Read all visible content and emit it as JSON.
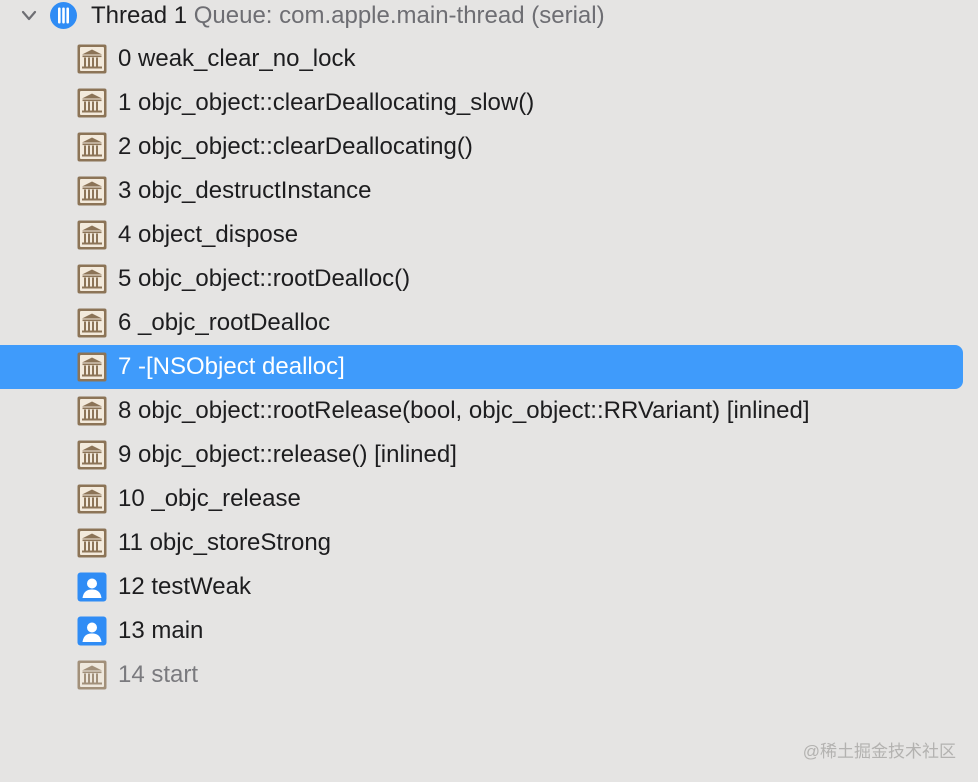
{
  "thread": {
    "name": "Thread 1",
    "queue": "Queue: com.apple.main-thread (serial)",
    "expanded": true,
    "icon": "thread-icon"
  },
  "frames": [
    {
      "label": "0 weak_clear_no_lock",
      "icon": "library-icon"
    },
    {
      "label": "1 objc_object::clearDeallocating_slow()",
      "icon": "library-icon"
    },
    {
      "label": "2 objc_object::clearDeallocating()",
      "icon": "library-icon"
    },
    {
      "label": "3 objc_destructInstance",
      "icon": "library-icon"
    },
    {
      "label": "4 object_dispose",
      "icon": "library-icon"
    },
    {
      "label": "5 objc_object::rootDealloc()",
      "icon": "library-icon"
    },
    {
      "label": "6 _objc_rootDealloc",
      "icon": "library-icon"
    },
    {
      "label": "7 -[NSObject dealloc]",
      "icon": "library-icon",
      "selected": true
    },
    {
      "label": "8 objc_object::rootRelease(bool, objc_object::RRVariant) [inlined]",
      "icon": "library-icon"
    },
    {
      "label": "9 objc_object::release() [inlined]",
      "icon": "library-icon"
    },
    {
      "label": "10 _objc_release",
      "icon": "library-icon"
    },
    {
      "label": "11 objc_storeStrong",
      "icon": "library-icon"
    },
    {
      "label": "12 testWeak",
      "icon": "user-code-icon"
    },
    {
      "label": "13 main",
      "icon": "user-code-icon"
    },
    {
      "label": "14 start",
      "icon": "library-icon",
      "dim": true
    }
  ],
  "watermark": "@稀土掘金技术社区",
  "colors": {
    "background": "#e5e4e3",
    "selection": "#3f9bfb",
    "library_icon": "#8c7457",
    "user_icon": "#2f8cf5",
    "thread_icon": "#2f8cf5"
  }
}
